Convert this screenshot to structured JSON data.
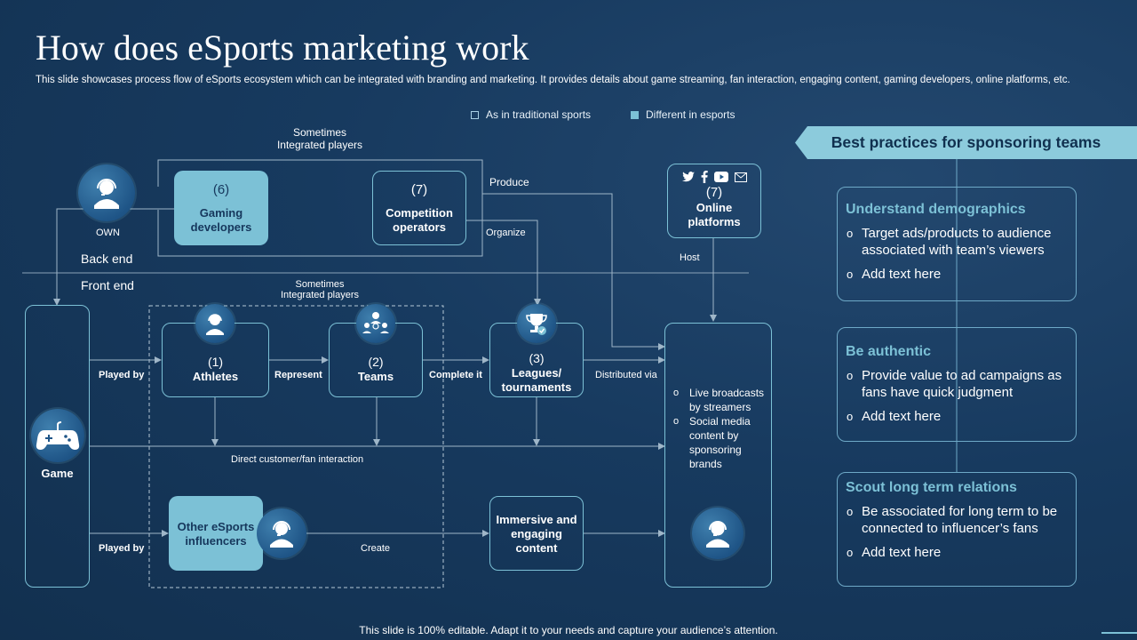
{
  "title": "How does eSports marketing work",
  "subtitle": "This slide showcases process flow of eSports ecosystem which can be integrated with branding and marketing. It provides details about game streaming, fan interaction, engaging content, gaming developers, online platforms, etc.",
  "legend": {
    "traditional": "As in traditional sports",
    "different": "Different in esports"
  },
  "sections": {
    "back_end": "Back end",
    "front_end": "Front end"
  },
  "labels": {
    "sometimes_top_1": "Sometimes",
    "sometimes_top_2": "Integrated players",
    "sometimes_mid_1": "Sometimes",
    "sometimes_mid_2": "Integrated players",
    "own": "OWN",
    "produce": "Produce",
    "organize": "Organize",
    "host": "Host",
    "played_by_1": "Played by",
    "played_by_2": "Played by",
    "represent": "Represent",
    "complete_it": "Complete it",
    "distributed_via": "Distributed via",
    "direct_interaction": "Direct customer/fan interaction",
    "create": "Create"
  },
  "nodes": {
    "gaming_developers": {
      "num": "(6)",
      "label": "Gaming developers"
    },
    "competition_operators": {
      "num": "(7)",
      "label": "Competition operators"
    },
    "online_platforms": {
      "num": "(7)",
      "label": "Online platforms"
    },
    "athletes": {
      "num": "(1)",
      "label": "Athletes"
    },
    "teams": {
      "num": "(2)",
      "label": "Teams"
    },
    "leagues": {
      "num": "(3)",
      "label": "Leagues/ tournaments"
    },
    "game": {
      "label": "Game"
    },
    "influencers": {
      "label": "Other eSports influencers"
    },
    "content": {
      "label": "Immersive and engaging content"
    },
    "distribution": {
      "items": [
        "Live broadcasts by streamers",
        "Social media content by sponsoring brands"
      ]
    }
  },
  "best_practices": {
    "heading": "Best practices for sponsoring teams",
    "cards": [
      {
        "title": "Understand demographics",
        "items": [
          "Target ads/products to audience associated with team’s viewers",
          "Add text here"
        ]
      },
      {
        "title": "Be authentic",
        "items": [
          "Provide value to ad campaigns as fans have quick judgment",
          "Add text here"
        ]
      },
      {
        "title": "Scout long term relations",
        "items": [
          "Be associated for long term to be connected to influencer’s fans",
          "Add text here"
        ]
      }
    ]
  },
  "footer": "This slide is 100% editable. Adapt it to your needs and capture your audience’s attention.",
  "colors": {
    "background": "#163658",
    "accent": "#7cc1d6",
    "banner": "#8ccbdc",
    "line": "#9fb6c8"
  }
}
